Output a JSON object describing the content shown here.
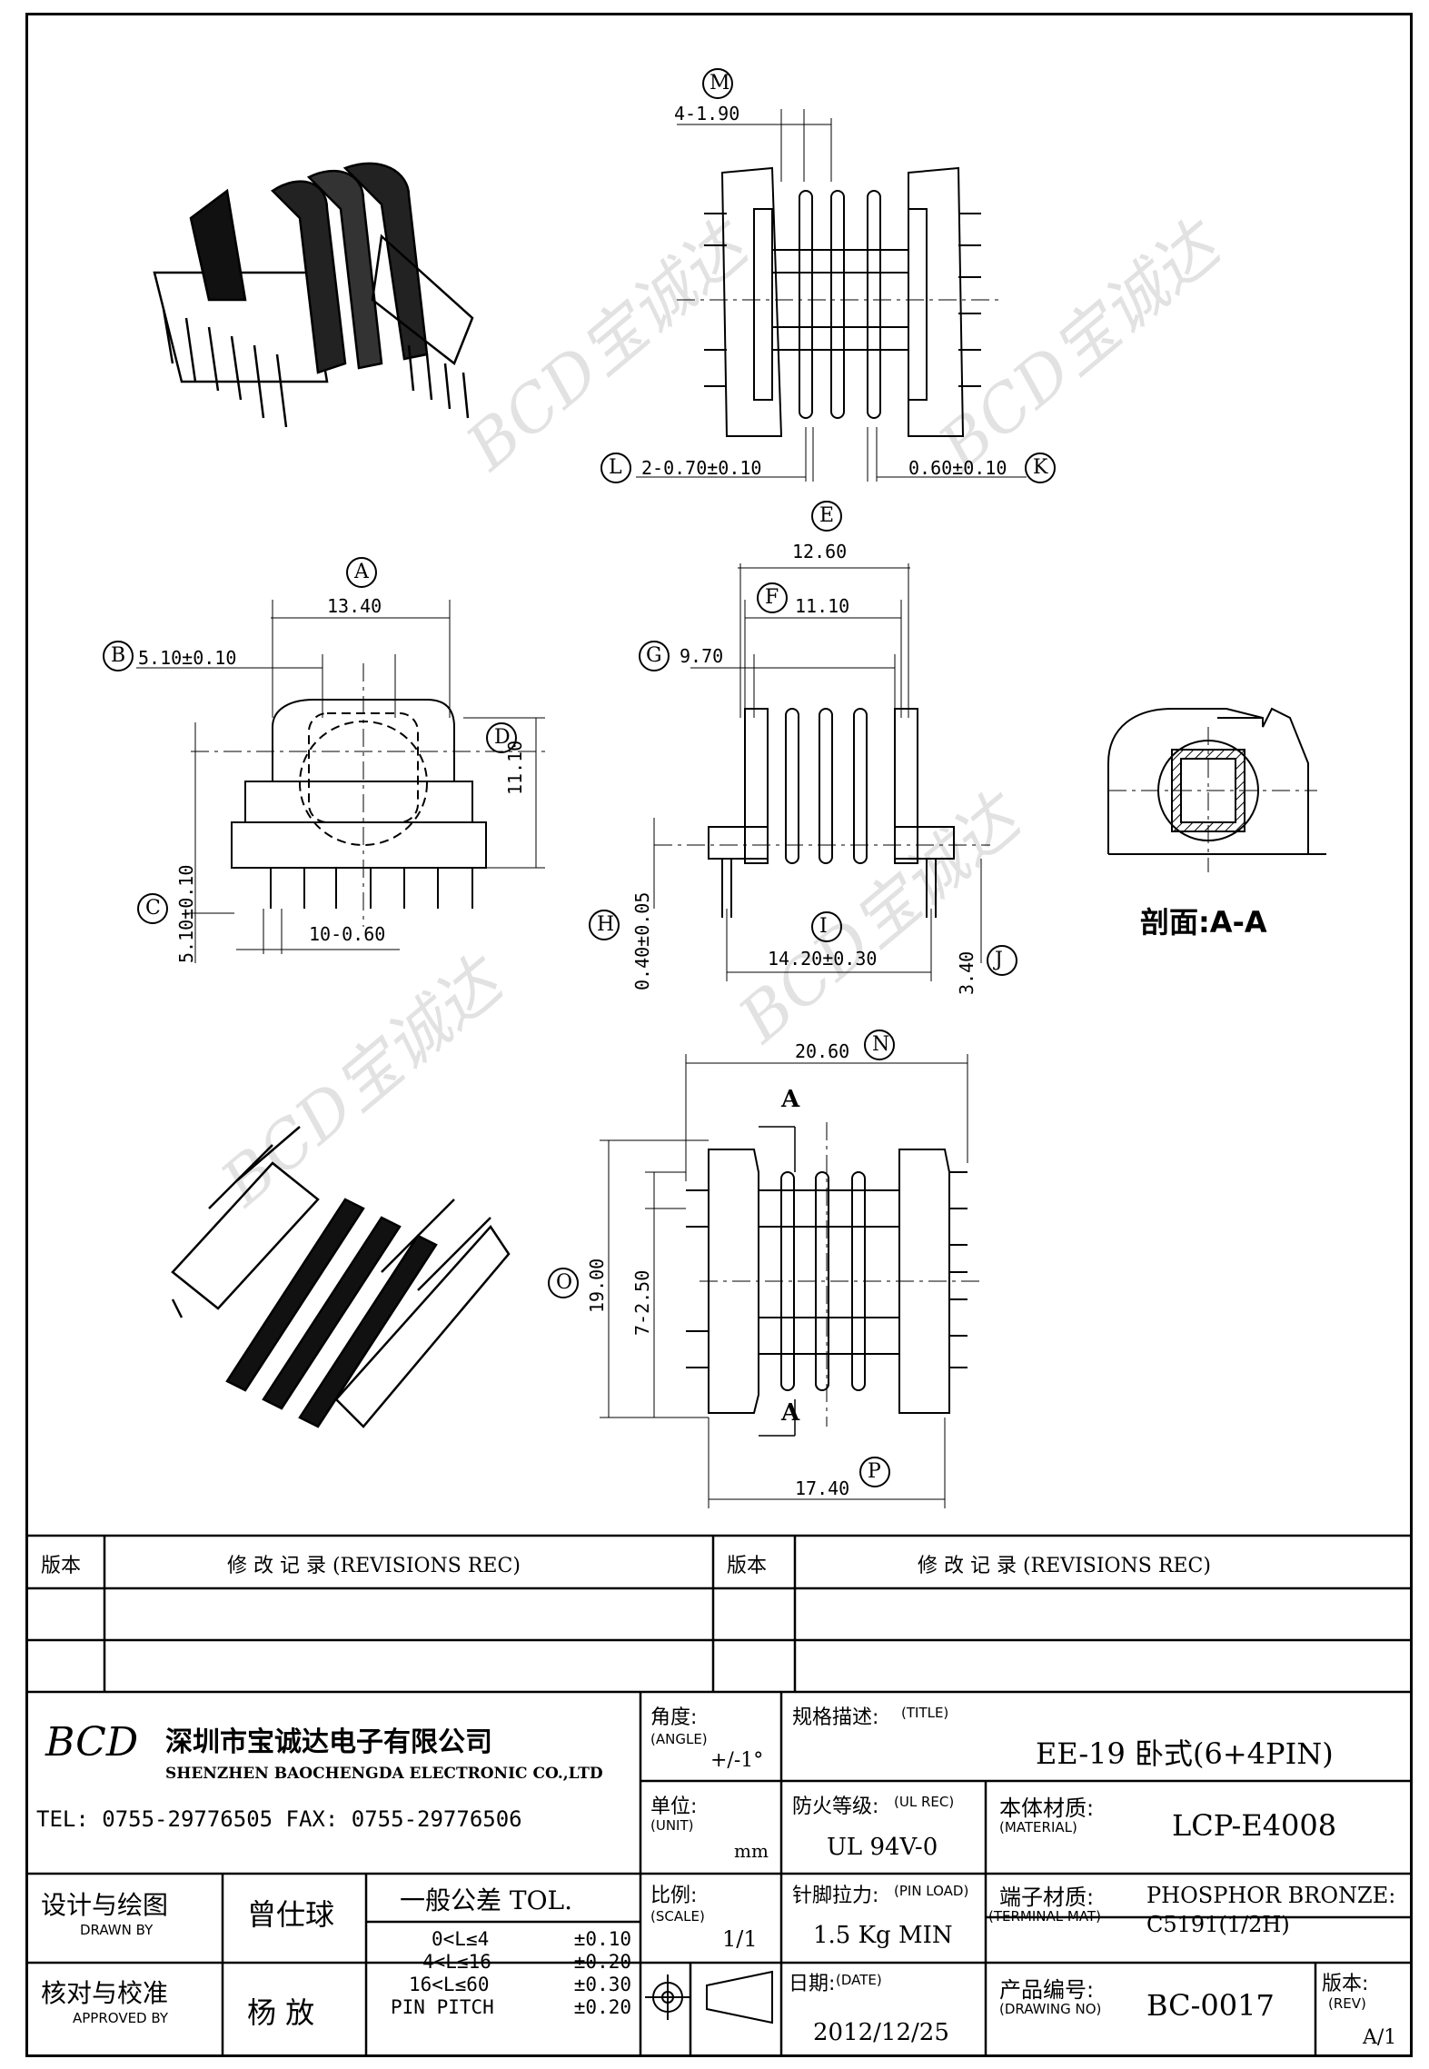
{
  "dims": {
    "M": "M",
    "m_val": "4-1.90",
    "L": "L",
    "l_val": "2-0.70±0.10",
    "K": "K",
    "k_val": "0.60±0.10",
    "E": "E",
    "e_val": "12.60",
    "F": "F",
    "f_val": "11.10",
    "G": "G",
    "g_val": "9.70",
    "A": "A",
    "a_val": "13.40",
    "B": "B",
    "b_val": "5.10±0.10",
    "D": "D",
    "d_val": "11.10",
    "C": "C",
    "c_val": "5.10±0.10",
    "pins_val": "10-0.60",
    "H": "H",
    "h_val": "0.40±0.05",
    "I": "I",
    "i_val": "14.20±0.30",
    "J": "J",
    "j_val": "3.40",
    "N": "N",
    "n_val": "20.60",
    "O": "O",
    "o_val": "19.00",
    "pitch_val": "7-2.50",
    "P": "P",
    "p_val": "17.40",
    "section_a": "A",
    "section_label": "剖面:A-A"
  },
  "watermark": "BCD宝诚达",
  "revisions": {
    "col_version": "版本",
    "col_record": "修 改 记 录 (REVISIONS REC)"
  },
  "company": {
    "logo": "BCD",
    "name_cn": "深圳市宝诚达电子有限公司",
    "name_en": "SHENZHEN BAOCHENGDA ELECTRONIC CO.,LTD",
    "contact": "TEL: 0755-29776505  FAX: 0755-29776506"
  },
  "title_block": {
    "angle_label": "角度:",
    "angle_en": "(ANGLE)",
    "angle_val": "+/-1°",
    "title_label": "规格描述:",
    "title_en": "(TITLE)",
    "title_val": "EE-19 卧式(6+4PIN)",
    "unit_label": "单位:",
    "unit_en": "(UNIT)",
    "unit_val": "mm",
    "ul_label": "防火等级:",
    "ul_en": "(UL REC)",
    "ul_val": "UL 94V-0",
    "mat_label": "本体材质:",
    "mat_en": "(MATERIAL)",
    "mat_val": "LCP-E4008",
    "drawn_label": "设计与绘图",
    "drawn_en": "DRAWN BY",
    "drawn_val": "曾仕球",
    "tol_label": "一般公差 TOL.",
    "tol_rows": [
      {
        "range": "0<L≤4",
        "tol": "±0.10"
      },
      {
        "range": "4<L≤16",
        "tol": "±0.20"
      },
      {
        "range": "16<L≤60",
        "tol": "±0.30"
      },
      {
        "range": "PIN PITCH",
        "tol": "±0.20"
      }
    ],
    "scale_label": "比例:",
    "scale_en": "(SCALE)",
    "scale_val": "1/1",
    "pin_label": "针脚拉力:",
    "pin_en": "(PIN LOAD)",
    "pin_val": "1.5 Kg MIN",
    "term_label": "端子材质:",
    "term_en": "(TERMINAL MAT)",
    "term_val1": "PHOSPHOR BRONZE:",
    "term_val2": "C5191(1/2H)",
    "approved_label": "核对与校准",
    "approved_en": "APPROVED BY",
    "approved_val": "杨 放",
    "date_label": "日期:",
    "date_en": "(DATE)",
    "date_val": "2012/12/25",
    "dwg_label": "产品编号:",
    "dwg_en": "(DRAWING NO)",
    "dwg_val": "BC-0017",
    "rev_label": "版本:",
    "rev_en": "(REV)",
    "rev_val": "A/1"
  }
}
